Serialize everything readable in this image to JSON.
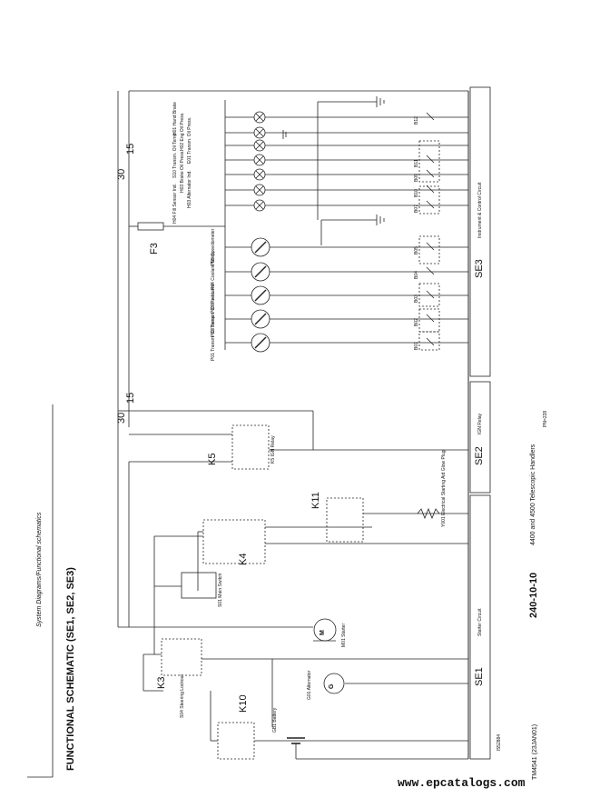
{
  "header": {
    "section": "System Diagrams/Functional schematics",
    "title": "FUNCTIONAL SCHEMATIC (SE1, SE2, SE3)"
  },
  "footer": {
    "manual": "TM4541 (23JAN01)",
    "page_code": "240-10-10",
    "product": "4400 and 4500 Telescopic Handlers",
    "page": "PN=228",
    "figure_id": "I552884"
  },
  "sections": {
    "se1": {
      "tag": "SE1",
      "name": "Starter Circuit"
    },
    "se2": {
      "tag": "SE2",
      "name": "IGN Relay"
    },
    "se3": {
      "tag": "SE3",
      "name": "Instrument & Control Circuit"
    }
  },
  "bus": {
    "b30": "30",
    "b15": "15",
    "fuse": "F3"
  },
  "relays": {
    "k3": "K3",
    "k4": "K4",
    "k5": "K5",
    "k10": "K10",
    "k11": "K11"
  },
  "components": {
    "battery": {
      "id": "GB1",
      "name": "Battery"
    },
    "alternator": {
      "id": "G01",
      "name": "Alternator",
      "symbol": "G"
    },
    "starter": {
      "id": "M01",
      "name": "Starter",
      "symbol": "M"
    },
    "main_switch": {
      "id": "S01",
      "name": "Main Switch"
    },
    "steering": {
      "id": "S04",
      "name": "Steering Lockout"
    },
    "solenoid": {
      "id": "Y001",
      "name": "Electrical Starting Aid Glow Plug"
    },
    "k5_label": "K5 IGN Relay"
  },
  "gauges": [
    {
      "id": "P01",
      "name": "Transm. Oil Temp."
    },
    {
      "id": "P02",
      "name": "Transm. Oil Press."
    },
    {
      "id": "P03",
      "name": "Fuel Level"
    },
    {
      "id": "P04",
      "name": "Coolant Temp."
    },
    {
      "id": "P05",
      "name": "Speedometer"
    }
  ],
  "lamps": [
    {
      "id": "H01",
      "name": "Hand Brake"
    },
    {
      "id": "H02",
      "name": "Eng Oil Press."
    },
    {
      "id": "E01",
      "name": "Transm. Oil Press."
    },
    {
      "id": "S10",
      "name": "Transm. Oil Temp."
    },
    {
      "id": "H03",
      "name": "Brake Oil Press."
    },
    {
      "id": "H03b",
      "name": "Alternator Ind."
    },
    {
      "id": "H04",
      "name": "Fill Sensor Ind."
    }
  ],
  "switches": [
    "B01",
    "B02",
    "B03",
    "B04",
    "B05",
    "B07",
    "B10",
    "B09",
    "B11",
    "B12"
  ]
}
